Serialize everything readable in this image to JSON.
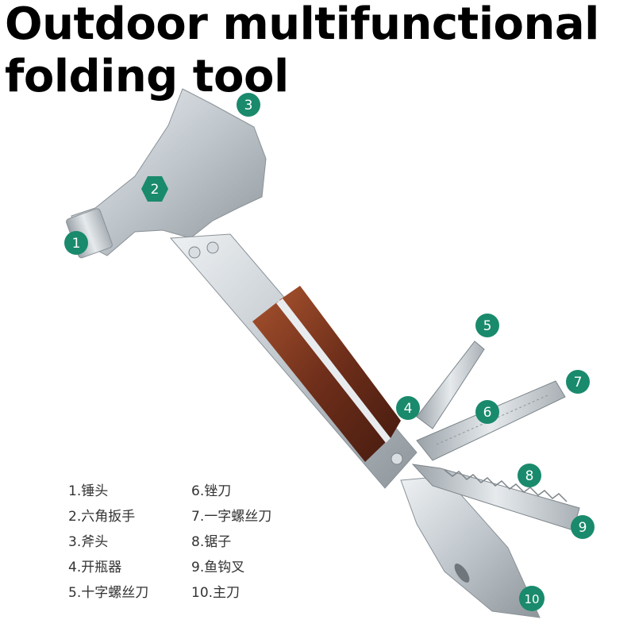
{
  "title": {
    "line1": "Outdoor multifunctional",
    "line2": "folding tool"
  },
  "callouts": [
    "1",
    "2",
    "3",
    "4",
    "5",
    "6",
    "7",
    "8",
    "9",
    "10"
  ],
  "legend": [
    "1.锤头",
    "6.锉刀",
    "2.六角扳手",
    "7.一字螺丝刀",
    "3.斧头",
    "8.锯子",
    "4.开瓶器",
    "9.鱼钩叉",
    "5.十字螺丝刀",
    "10.主刀"
  ],
  "colors": {
    "callout": "#1a8a6c",
    "steel": "#c9cfd4",
    "wood": "#7a3522"
  }
}
